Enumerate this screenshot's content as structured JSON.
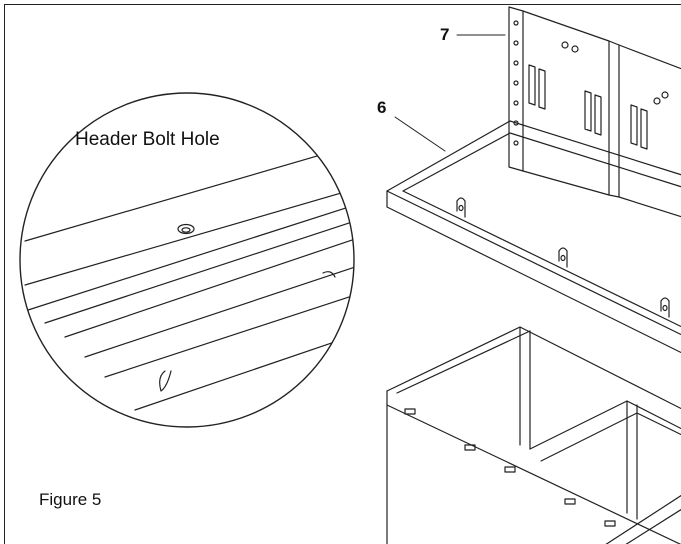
{
  "figure": {
    "caption": "Figure 5",
    "detail_callout": "Header Bolt Hole",
    "parts": [
      {
        "number": "7"
      },
      {
        "number": "6"
      }
    ]
  },
  "colors": {
    "line": "#222222",
    "background": "#ffffff"
  }
}
